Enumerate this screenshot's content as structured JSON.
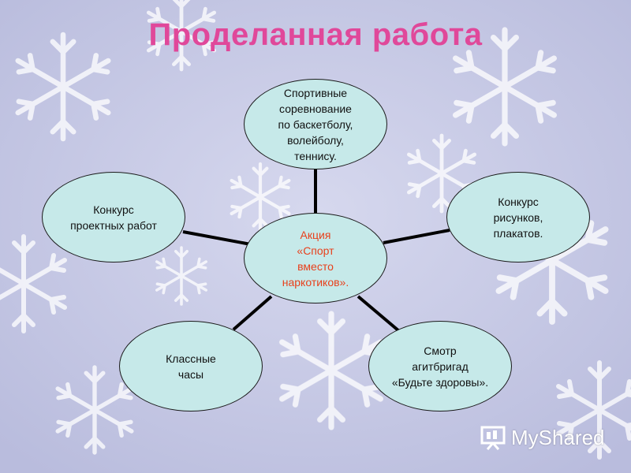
{
  "title": "Проделанная работа",
  "center": {
    "text": "Акция\n«Спорт\nвместо\nнаркотиков»."
  },
  "nodes": [
    {
      "id": "top",
      "text": "Спортивные\nсоревнование\nпо баскетболу,\nволейболу,\nтеннису."
    },
    {
      "id": "left",
      "text": "Конкурс\nпроектных работ"
    },
    {
      "id": "right",
      "text": "Конкурс\nрисунков,\nплакатов."
    },
    {
      "id": "bottom-left",
      "text": "Классные\nчасы"
    },
    {
      "id": "bottom-right",
      "text": "Смотр\nагитбригад\n«Будьте  здоровы»."
    }
  ],
  "colors": {
    "title": "#e0489a",
    "node_fill": "#c6e9e9",
    "center_text": "#e8401c",
    "background": "#c9cbe6"
  },
  "watermark": {
    "text": "MyShared",
    "icon": "presentation-board-icon"
  }
}
